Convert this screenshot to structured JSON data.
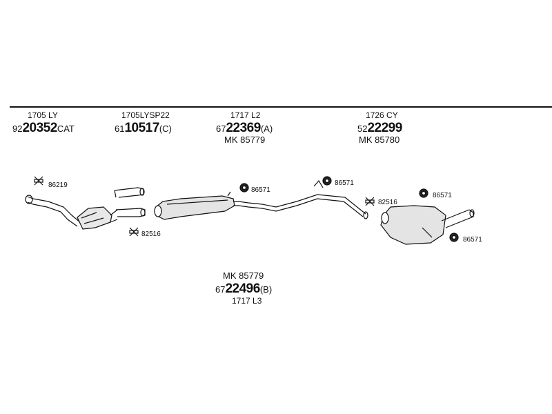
{
  "header_groups": [
    {
      "code": "1705 LY",
      "pn_prefix": "92",
      "pn_main": "20352",
      "pn_suffix": "CAT",
      "mk": ""
    },
    {
      "code": "1705LYSP22",
      "pn_prefix": "61",
      "pn_main": "10517",
      "pn_suffix": "(C)",
      "mk": ""
    },
    {
      "code": "1717 L2",
      "pn_prefix": "67",
      "pn_main": "22369",
      "pn_suffix": "(A)",
      "mk": "MK 85779"
    },
    {
      "code": "1726 CY",
      "pn_prefix": "52",
      "pn_main": "22299",
      "pn_suffix": "",
      "mk": "MK 85780"
    }
  ],
  "bottom_group": {
    "mk": "MK 85779",
    "pn_prefix": "67",
    "pn_main": "22496",
    "pn_suffix": "(B)",
    "code": "1717 L3"
  },
  "callouts": {
    "c1": "86219",
    "c2": "82516",
    "c3": "86571",
    "c4": "86571",
    "c5": "82516",
    "c6": "86571",
    "c7": "86571"
  }
}
